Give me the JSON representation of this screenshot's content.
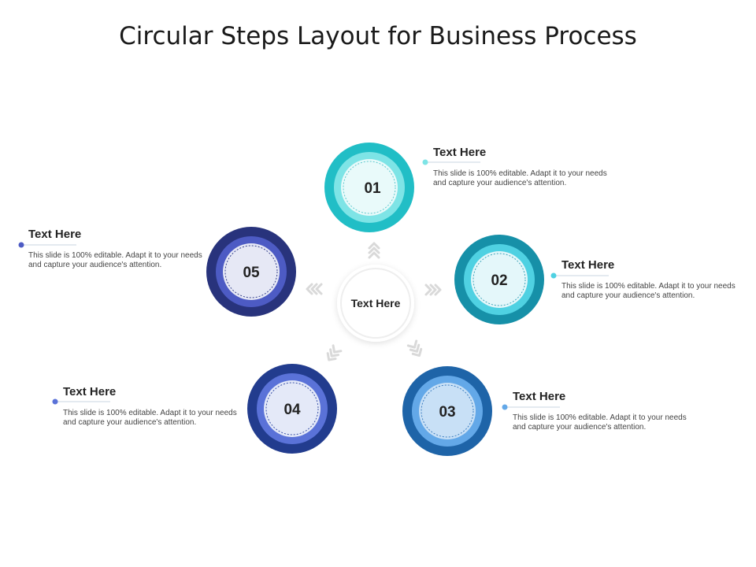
{
  "title": "Circular Steps Layout for Business Process",
  "center": {
    "label": "Text Here"
  },
  "steps": [
    {
      "number": "01",
      "heading": "Text Here",
      "body": "This slide is 100% editable. Adapt it to your needs and capture your audience's attention.",
      "colors": {
        "outer": "#21BEC6",
        "mid": "#7EE4E6",
        "inner": "#E9FAFA",
        "dash": "#5FC9CE"
      }
    },
    {
      "number": "02",
      "heading": "Text Here",
      "body": "This slide is 100% editable. Adapt it to your needs and capture your audience's attention.",
      "colors": {
        "outer": "#1690A8",
        "mid": "#4FD1E2",
        "inner": "#E4F7FA",
        "dash": "#3FA5BA"
      }
    },
    {
      "number": "03",
      "heading": "Text Here",
      "body": "This slide is 100% editable. Adapt it to your needs and capture your audience's attention.",
      "colors": {
        "outer": "#1E64A8",
        "mid": "#63A8E8",
        "inner": "#C8E0F6",
        "dash": "#3D7EC0"
      }
    },
    {
      "number": "04",
      "heading": "Text Here",
      "body": "This slide is 100% editable. Adapt it to your needs and capture your audience's attention.",
      "colors": {
        "outer": "#223C8E",
        "mid": "#5A72D8",
        "inner": "#E4E9F8",
        "dash": "#3A52A8"
      }
    },
    {
      "number": "05",
      "heading": "Text Here",
      "body": "This slide is 100% editable. Adapt it to your needs and capture your audience's attention.",
      "colors": {
        "outer": "#28337C",
        "mid": "#4D5BC4",
        "inner": "#E6E8F5",
        "dash": "#37428E"
      }
    }
  ],
  "colors": {
    "chevron": "#D9D9D9",
    "center_ring": "#EEEEEE",
    "connector": "#C9D6E0"
  }
}
